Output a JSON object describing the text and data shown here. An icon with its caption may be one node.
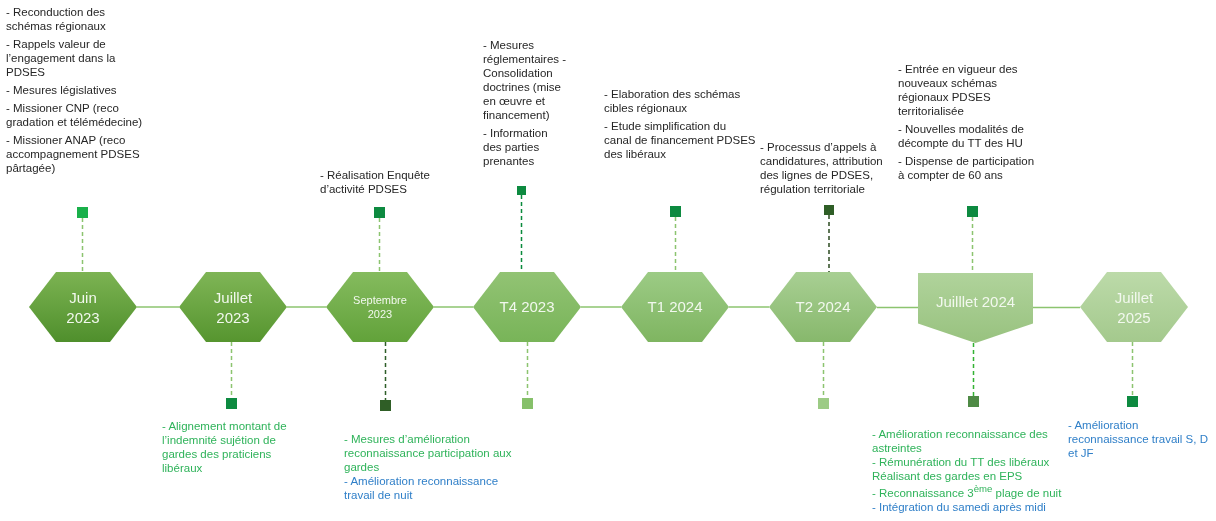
{
  "diagram": {
    "nodes": [
      {
        "text": [
          "Juin 2023"
        ]
      },
      {
        "text": [
          "Juillet 2023"
        ]
      },
      {
        "text": [
          "Septembre 2023"
        ]
      },
      {
        "text": [
          "T4 2023"
        ]
      },
      {
        "text": [
          "T1 2024"
        ]
      },
      {
        "text": [
          "T2 2024"
        ]
      },
      {
        "text": [
          "Juilllet 2024"
        ]
      },
      {
        "text": [
          "Juillet 2025"
        ]
      },
      {
        "text": [],
        "shape": "square",
        "beside": [
          "- Reconduction des schémas régionaux",
          "- Rappels valeur de l’engagement dans la PDSES",
          "- Mesures législatives",
          "- Missioner CNP (reco gradation et télémédecine)",
          "- Missioner ANAP (reco accompagnement PDSES pârtagée)"
        ]
      },
      {
        "text": [],
        "shape": "square",
        "beside": [
          "- Réalisation Enquête d’activité PDSES"
        ]
      },
      {
        "text": [],
        "shape": "square",
        "beside": [
          "- Mesures réglementaires - Consolidation doctrines (mise en œuvre et financement)",
          "- Information des parties prenantes"
        ]
      },
      {
        "text": [],
        "shape": "square",
        "beside": [
          "- Elaboration des schémas cibles régionaux",
          "- Etude simplification du canal de financement PDSES des libéraux"
        ]
      },
      {
        "text": [],
        "shape": "square",
        "beside": [
          "- Processus d’appels à candidatures, attribution des lignes de PDSES, régulation territoriale"
        ]
      },
      {
        "text": [],
        "shape": "square",
        "beside": [
          "- Entrée en vigueur des nouveaux schémas régionaux PDSES territorialisée",
          "- Nouvelles modalités de décompte du TT des HU",
          "- Dispense de participation à compter de 60 ans"
        ]
      },
      {
        "text": [],
        "shape": "square",
        "beside": [
          "- Alignement montant de l’indemnité sujétion de gardes des praticiens libéraux"
        ]
      },
      {
        "text": [],
        "shape": "square",
        "beside": [
          "- Mesures d’amélioration reconnaissance participation aux gardes",
          "- Amélioration reconnaissance travail de nuit"
        ]
      },
      {
        "text": [],
        "shape": "square"
      },
      {
        "text": [],
        "shape": "square"
      },
      {
        "text": [],
        "shape": "square",
        "beside": [
          "- Amélioration reconnaissance des astreintes",
          "- Rémunération du TT des libéraux Réalisant des gardes en EPS",
          "- Reconnaissance 3$^{ème}$ plage de nuit",
          "- Intégration du samedi après midi"
        ]
      },
      {
        "text": [],
        "shape": "square",
        "beside": [
          "- Amélioration reconnaissance travail S, D et JF"
        ]
      }
    ],
    "edges": [
      {
        "from": 0,
        "to": 1,
        "arrow": "none"
      },
      {
        "from": 1,
        "to": 2,
        "arrow": "none"
      },
      {
        "from": 2,
        "to": 3,
        "arrow": "none"
      },
      {
        "from": 3,
        "to": 4,
        "arrow": "none"
      },
      {
        "from": 4,
        "to": 5,
        "arrow": "none"
      },
      {
        "from": 5,
        "to": 6,
        "arrow": "none"
      },
      {
        "from": 6,
        "to": 7,
        "arrow": "none"
      },
      {
        "from": 8,
        "to": 0,
        "arrow": "none",
        "style": "dashed"
      },
      {
        "from": 9,
        "to": 2,
        "arrow": "none",
        "style": "dashed"
      },
      {
        "from": 10,
        "to": 3,
        "arrow": "none",
        "style": "dashed",
        "color": "#0a8a3c"
      },
      {
        "from": 11,
        "to": 4,
        "arrow": "none",
        "style": "dashed"
      },
      {
        "from": 12,
        "to": 5,
        "arrow": "none",
        "style": "dashed",
        "color": "#2b4a1f"
      },
      {
        "from": 13,
        "to": 6,
        "arrow": "none",
        "style": "dashed"
      },
      {
        "from": 1,
        "to": 14,
        "arrow": "none",
        "style": "dashed"
      },
      {
        "from": 2,
        "to": 15,
        "arrow": "none",
        "style": "dashed",
        "color": "#2e5e28"
      },
      {
        "from": 3,
        "to": 16,
        "arrow": "none",
        "style": "dashed"
      },
      {
        "from": 5,
        "to": 17,
        "arrow": "none",
        "style": "dashed"
      },
      {
        "from": 6,
        "to": 18,
        "arrow": "none",
        "style": "dashed",
        "color": "#33b233"
      },
      {
        "from": 7,
        "to": 19,
        "arrow": "none",
        "style": "dashed"
      }
    ]
  }
}
